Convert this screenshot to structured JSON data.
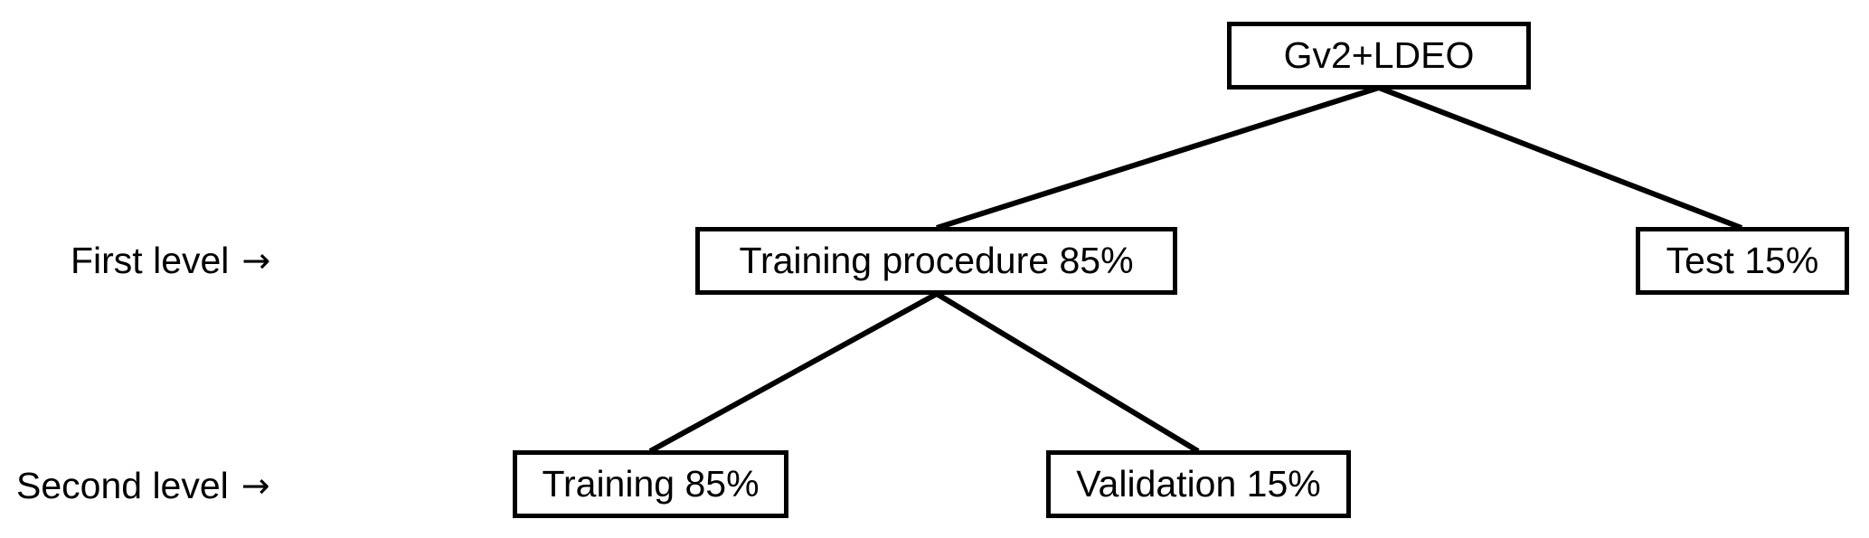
{
  "levels": {
    "first": "First level",
    "second": "Second level",
    "arrow_icon": "right-arrow-icon"
  },
  "nodes": {
    "root": "Gv2+LDEO",
    "training_procedure": "Training procedure 85%",
    "test": "Test 15%",
    "training": "Training 85%",
    "validation": "Validation 15%"
  },
  "edges": [
    [
      "root",
      "training_procedure"
    ],
    [
      "root",
      "test"
    ],
    [
      "training_procedure",
      "training"
    ],
    [
      "training_procedure",
      "validation"
    ]
  ]
}
